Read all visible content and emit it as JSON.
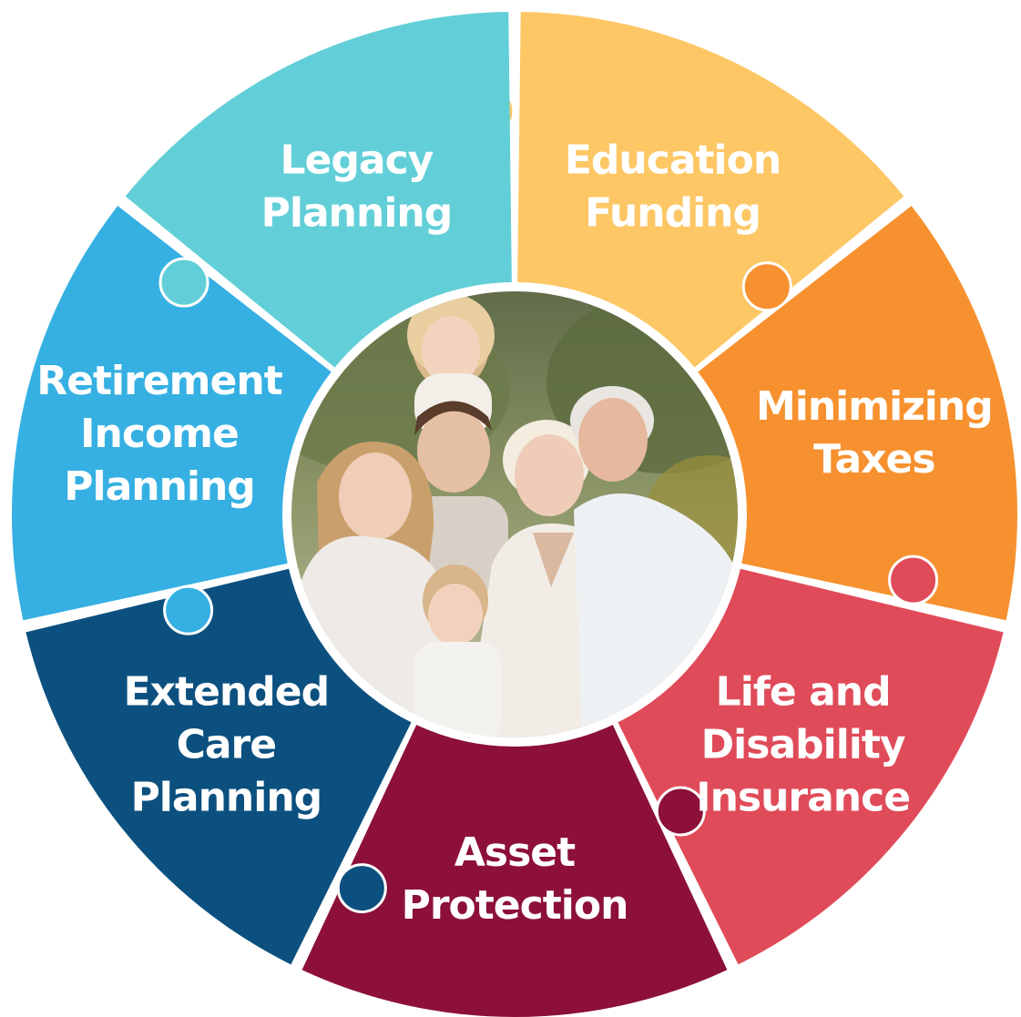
{
  "segments": [
    {
      "id": "education-funding",
      "lines": [
        "Education",
        "Funding"
      ],
      "color": "#FDC765"
    },
    {
      "id": "minimizing-taxes",
      "lines": [
        "Minimizing",
        "Taxes"
      ],
      "color": "#F7912F"
    },
    {
      "id": "life-disability-insurance",
      "lines": [
        "Life and",
        "Disability",
        "Insurance"
      ],
      "color": "#E04B59"
    },
    {
      "id": "asset-protection",
      "lines": [
        "Asset",
        "Protection"
      ],
      "color": "#8C1038"
    },
    {
      "id": "extended-care-planning",
      "lines": [
        "Extended",
        "Care",
        "Planning"
      ],
      "color": "#0C507F"
    },
    {
      "id": "retirement-income-planning",
      "lines": [
        "Retirement",
        "Income",
        "Planning"
      ],
      "color": "#36B0E2"
    },
    {
      "id": "legacy-planning",
      "lines": [
        "Legacy",
        "Planning"
      ],
      "color": "#62CFD8"
    }
  ],
  "center_photo": {
    "subject": "family-photo"
  }
}
